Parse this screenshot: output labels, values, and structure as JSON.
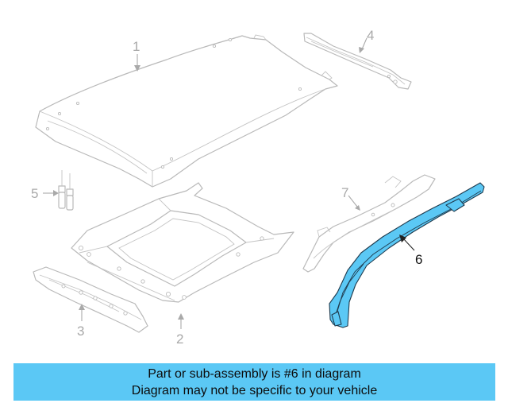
{
  "diagram": {
    "callouts": [
      {
        "id": "1",
        "label": "1",
        "highlighted": false,
        "name": "roof-panel"
      },
      {
        "id": "2",
        "label": "2",
        "highlighted": false,
        "name": "roof-frame"
      },
      {
        "id": "3",
        "label": "3",
        "highlighted": false,
        "name": "front-header"
      },
      {
        "id": "4",
        "label": "4",
        "highlighted": false,
        "name": "rear-header"
      },
      {
        "id": "5",
        "label": "5",
        "highlighted": false,
        "name": "rivet"
      },
      {
        "id": "6",
        "label": "6",
        "highlighted": true,
        "name": "roof-side-rail"
      },
      {
        "id": "7",
        "label": "7",
        "highlighted": false,
        "name": "side-rail-reinforcement"
      }
    ],
    "colors": {
      "highlight_fill": "#5bc8f5",
      "highlight_outline": "#1f3a4d",
      "part_outline": "#b9b9b9",
      "banner_background": "#5bc8f5"
    }
  },
  "banner": {
    "line1": "Part or sub-assembly is #6 in diagram",
    "line2": "Diagram may not be specific to your vehicle"
  }
}
